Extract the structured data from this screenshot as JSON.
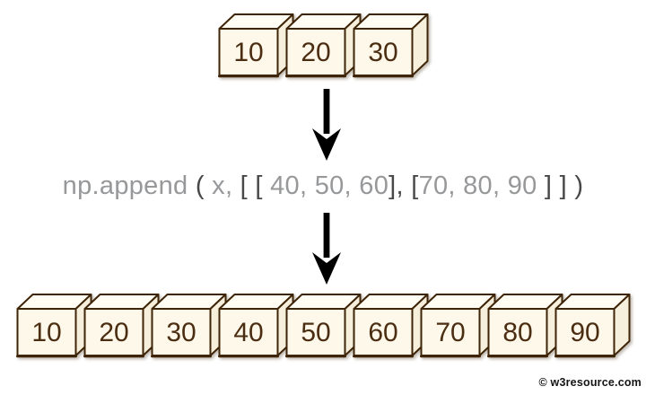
{
  "diagram": {
    "description": "numpy append of a 2D list to array x producing a flattened result",
    "input_array": {
      "values": [
        "10",
        "20",
        "30"
      ]
    },
    "formula": {
      "full_text": "np.append ( x, [ [ 40, 50, 60], [70, 80, 90 ] ] )",
      "segments": [
        {
          "text": "np.append ",
          "tone": "gray"
        },
        {
          "text": "( ",
          "tone": "dark"
        },
        {
          "text": "x,",
          "tone": "gray"
        },
        {
          "text": " [ [ ",
          "tone": "dark"
        },
        {
          "text": "40, 50, 60",
          "tone": "gray"
        },
        {
          "text": "], [",
          "tone": "dark"
        },
        {
          "text": "70, 80, 90",
          "tone": "gray"
        },
        {
          "text": " ] ] )",
          "tone": "dark"
        }
      ]
    },
    "result_array": {
      "values": [
        "10",
        "20",
        "30",
        "40",
        "50",
        "60",
        "70",
        "80",
        "90"
      ]
    },
    "watermark": "© w3resource.com"
  },
  "colors": {
    "cube_front": "#fdf8ea",
    "cube_top": "#fffdf4",
    "cube_side": "#f6efdc",
    "cube_border": "#3f2508",
    "cube_number": "#4b2d11",
    "arrow": "#3c2206",
    "formula_gray": "#97989a",
    "formula_dark": "#48484a",
    "watermark_text": "#141414",
    "background": "#ffffff"
  }
}
